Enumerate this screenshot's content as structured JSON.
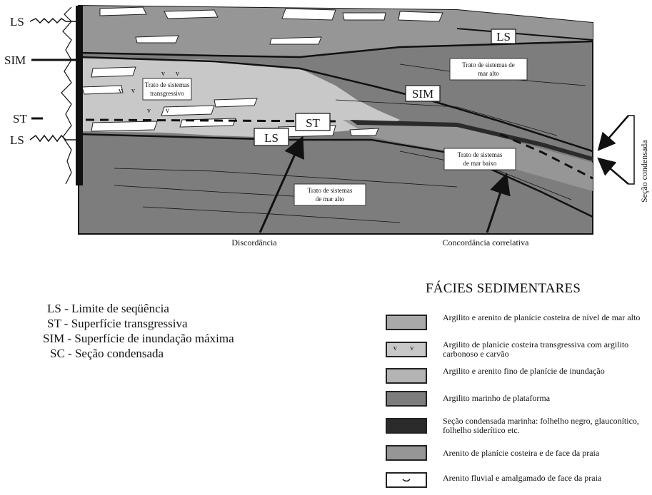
{
  "diagram": {
    "surface_labels": {
      "ls_top": "LS",
      "sim": "SIM",
      "st": "ST",
      "ls_bottom": "LS"
    },
    "boxed_labels": {
      "ls_right": "LS",
      "sim": "SIM",
      "st": "ST",
      "ls_center": "LS"
    },
    "tracts": {
      "transgressive": [
        "Trato de sistemas",
        "transgressivo"
      ],
      "highstand_upper": [
        "Trato de sistemas de",
        "mar alto"
      ],
      "lowstand": [
        "Trato de sistemas",
        "de mar baixo"
      ],
      "highstand_lower": [
        "Trato de sistemas",
        "de mar alto"
      ]
    },
    "arrow_captions": {
      "unconformity": "Discordância",
      "correlative_conformity": "Concordância correlativa"
    },
    "side_label": "Seção condensada",
    "coal_symbol": "v"
  },
  "abbreviations": [
    "LS - Limite de seqüência",
    "ST - Superfície transgressiva",
    "SIM - Superfície de inundação máxima",
    "SC - Seção condensada"
  ],
  "legend": {
    "title": "FÁCIES SEDIMENTARES",
    "items": [
      {
        "text": "Argilito e arenito de planície costeira de nível de mar alto",
        "color": "#a9a9a9",
        "pattern": "none"
      },
      {
        "text": "Argilito de planície costeira transgressiva com argilito carbonoso e carvão",
        "color": "#c8c8c8",
        "pattern": "v v"
      },
      {
        "text": "Argilito e arenito fino de planície de inundação",
        "color": "#b4b4b4",
        "pattern": "none"
      },
      {
        "text": "Argilito marinho de plataforma",
        "color": "#7d7d7d",
        "pattern": "none"
      },
      {
        "text": "Seção condensada marinha: folhelho negro, glauconítico, folhelho siderítico etc.",
        "color": "#2b2b2b",
        "pattern": "none"
      },
      {
        "text": "Arenito de planície costeira e de face da praia",
        "color": "#969696",
        "pattern": "none"
      },
      {
        "text": "Arenito fluvial e amalgamado de face da praia",
        "color": "#ffffff",
        "pattern": "lens"
      }
    ]
  }
}
